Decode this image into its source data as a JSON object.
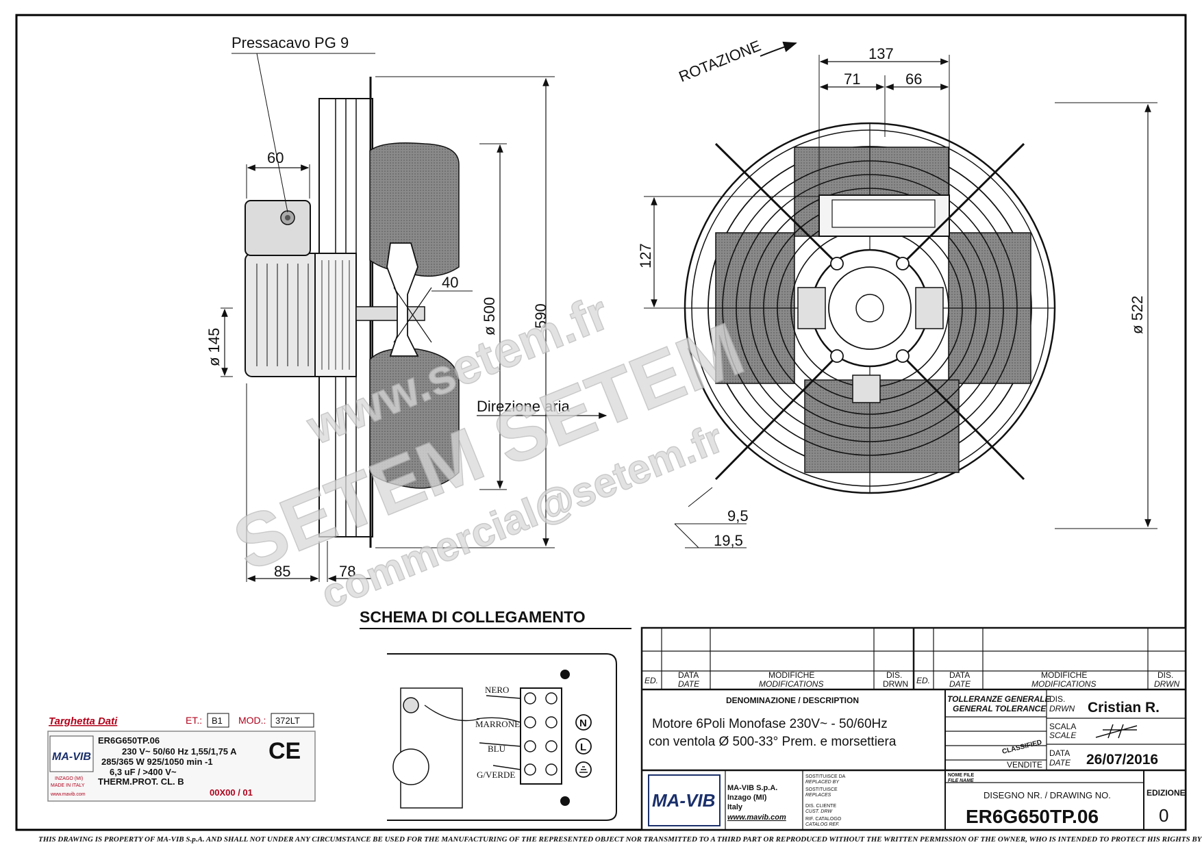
{
  "drawing": {
    "labels": {
      "cable_gland": "Pressacavo PG 9",
      "rotation": "ROTAZIONE",
      "air_direction": "Direzione aria",
      "wiring_title": "SCHEMA  DI  COLLEGAMENTO"
    },
    "dimensions": {
      "d60": "60",
      "d40": "40",
      "d145": "ø 145",
      "d500": "ø 500",
      "d590": "590",
      "d85": "85",
      "d78": "78",
      "d137": "137",
      "d71": "71",
      "d66": "66",
      "d127": "127",
      "d522": "ø 522",
      "d9_5": "9,5",
      "d19_5": "19,5"
    },
    "wires": {
      "black": "NERO",
      "brown": "MARRONE",
      "blue": "BLU",
      "green": "G/VERDE",
      "n": "N",
      "l": "L"
    }
  },
  "watermark": {
    "line1": "www.setem.fr",
    "line2": "SETEM  SETEM",
    "line3": "commercial@setem.fr"
  },
  "nameplate": {
    "title": "Targhetta Dati",
    "et_label": "ET.:",
    "et_value": "B1",
    "mod_label": "MOD.:",
    "mod_value": "372LT",
    "model": "ER6G650TP.06",
    "line1": "230  V~  50/60  Hz   1,55/1,75  A",
    "line2": "285/365  W     925/1050  min -1",
    "line3": "6,3  uF /  >400  V~",
    "line4": "THERM.PROT.  CL.  B",
    "serial": "00X00 / 01",
    "logo": "MA-VIB",
    "origin1": "INZAGO (MI)",
    "origin2": "MADE IN ITALY",
    "web": "www.mavib.com",
    "ce": "CE"
  },
  "title_block": {
    "hdr_ed": "ED.",
    "hdr_date": "DATA",
    "hdr_date_en": "DATE",
    "hdr_mod": "MODIFICHE",
    "hdr_mod_en": "MODIFICATIONS",
    "hdr_dis": "DIS.",
    "hdr_dis_en": "DRWN",
    "desc_label": "DENOMINAZIONE / DESCRIPTION",
    "desc_line1": "Motore 6Poli Monofase 230V~  -  50/60Hz",
    "desc_line2": "con ventola Ø 500-33° Prem. e morsettiera",
    "tol_line1": "TOLLERANZE GENERALE",
    "tol_line2": "GENERAL TOLERANCE",
    "drawn_by_label": "DIS.",
    "drawn_by_label_en": "DRWN",
    "drawn_by": "Cristian R.",
    "scale_label": "SCALA",
    "scale_label_en": "SCALE",
    "classified": "CLASSIFIED",
    "sales": "VENDITE",
    "date_label": "DATA",
    "date_label_en": "DATE",
    "date": "26/07/2016",
    "company": "MA-VIB S.p.A.",
    "city": "Inzago (MI)",
    "country": "Italy",
    "web": "www.mavib.com",
    "replaces": "SOSTITUISCE DA",
    "replaces_en": "REPLACED BY",
    "replaced": "SOSTITUISCE",
    "replaced_en": "REPLACES",
    "client_drw": "DIS. CLIENTE",
    "client_drw_en": "CUST. DRW",
    "catalog": "RIF. CATALOGO",
    "catalog_en": "CATALOG REF.",
    "file_label": "NOME FILE",
    "file_label_en": "FILE NAME",
    "drawing_no_label": "DISEGNO NR. / DRAWING NO.",
    "drawing_no": "ER6G650TP.06",
    "edition_label": "EDIZIONE",
    "edition": "0"
  },
  "footer": "THIS DRAWING IS PROPERTY OF MA-VIB S.p.A. AND SHALL NOT UNDER ANY CIRCUMSTANCE BE USED FOR THE MANUFACTURING OF THE REPRESENTED OBJECT NOR TRANSMITTED TO A THIRD PART OR REPRODUCED WITHOUT THE WRITTEN PERMISSION OF THE OWNER, WHO IS INTENDED TO PROTECT HIS RIGHTS BY LAW."
}
